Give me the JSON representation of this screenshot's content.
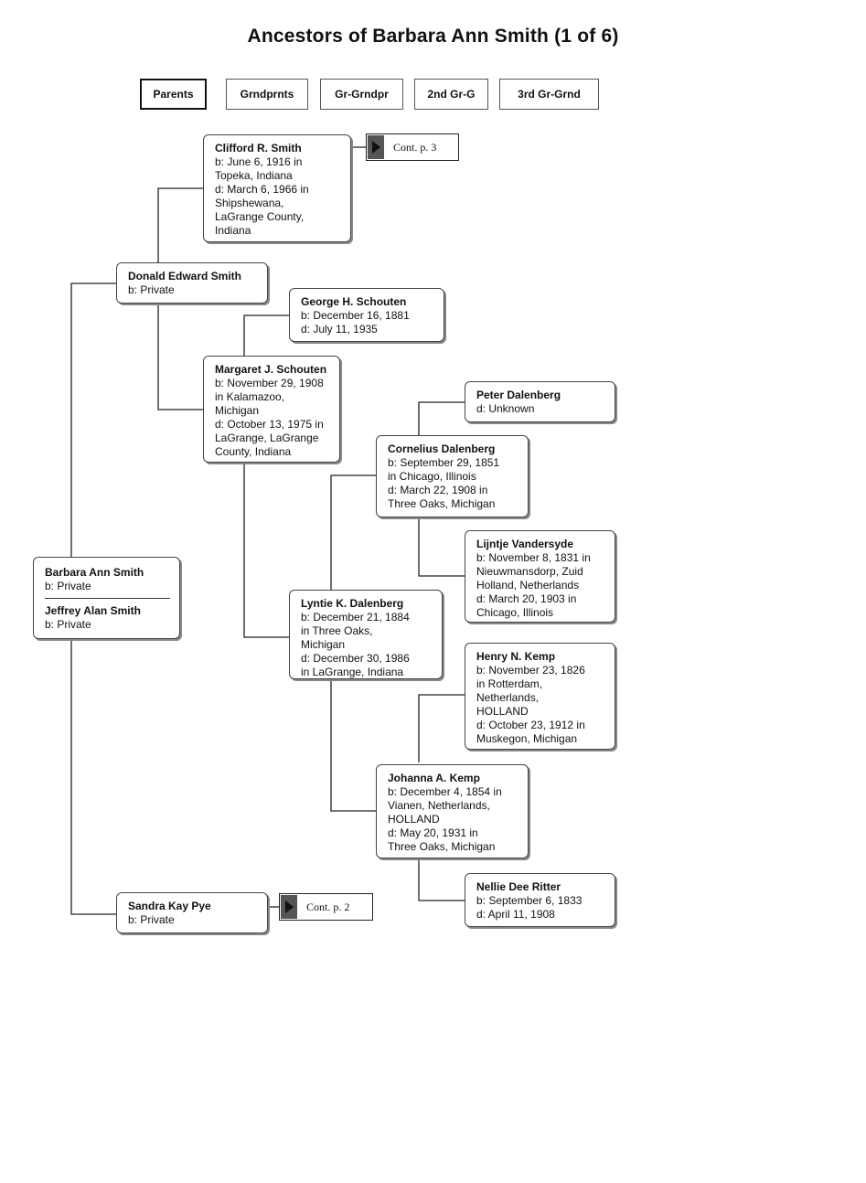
{
  "title": "Ancestors of Barbara Ann Smith (1 of 6)",
  "generations": [
    "Parents",
    "Grndprnts",
    "Gr-Grndpr",
    "2nd Gr-G",
    "3rd Gr-Grnd"
  ],
  "continuations": {
    "clifford": "Cont. p. 3",
    "sandra": "Cont. p. 2"
  },
  "people": {
    "barbara": {
      "name": "Barbara Ann Smith",
      "lines": [
        "b: Private"
      ]
    },
    "jeffrey": {
      "name": "Jeffrey Alan Smith",
      "lines": [
        "b: Private"
      ]
    },
    "donald": {
      "name": "Donald Edward Smith",
      "lines": [
        "b: Private"
      ]
    },
    "sandra": {
      "name": "Sandra Kay Pye",
      "lines": [
        "b: Private"
      ]
    },
    "clifford": {
      "name": "Clifford R. Smith",
      "lines": [
        "b: June 6, 1916 in",
        "Topeka, Indiana",
        "d: March 6, 1966 in",
        "Shipshewana,",
        "LaGrange County,",
        "Indiana"
      ]
    },
    "margaret": {
      "name": "Margaret J. Schouten",
      "lines": [
        "b: November 29, 1908",
        "in Kalamazoo,",
        "Michigan",
        "d: October 13, 1975 in",
        "LaGrange, LaGrange",
        "County, Indiana"
      ]
    },
    "george": {
      "name": "George H. Schouten",
      "lines": [
        "b: December 16, 1881",
        "d: July 11, 1935"
      ]
    },
    "lyntie": {
      "name": "Lyntie K. Dalenberg",
      "lines": [
        "b: December 21, 1884",
        "in Three Oaks,",
        "Michigan",
        "d: December 30, 1986",
        "in LaGrange, Indiana"
      ]
    },
    "cornelius": {
      "name": "Cornelius Dalenberg",
      "lines": [
        "b: September 29, 1851",
        "in Chicago, Illinois",
        "d: March 22, 1908 in",
        "Three Oaks, Michigan"
      ]
    },
    "johanna": {
      "name": "Johanna A. Kemp",
      "lines": [
        "b: December 4, 1854 in",
        "Vianen, Netherlands,",
        "HOLLAND",
        "d: May 20, 1931 in",
        "Three Oaks, Michigan"
      ]
    },
    "peter": {
      "name": "Peter Dalenberg",
      "lines": [
        "d: Unknown"
      ]
    },
    "lijntje": {
      "name": "Lijntje Vandersyde",
      "lines": [
        "b: November 8, 1831 in",
        "Nieuwmansdorp, Zuid",
        "Holland, Netherlands",
        "d: March 20, 1903 in",
        "Chicago, Illinois"
      ]
    },
    "henry": {
      "name": "Henry N. Kemp",
      "lines": [
        "b: November 23, 1826",
        "in Rotterdam,",
        "Netherlands,",
        "HOLLAND",
        "d: October 23, 1912 in",
        "Muskegon, Michigan"
      ]
    },
    "nellie": {
      "name": "Nellie Dee Ritter",
      "lines": [
        "b: September 6, 1833",
        "d: April 11, 1908"
      ]
    }
  }
}
